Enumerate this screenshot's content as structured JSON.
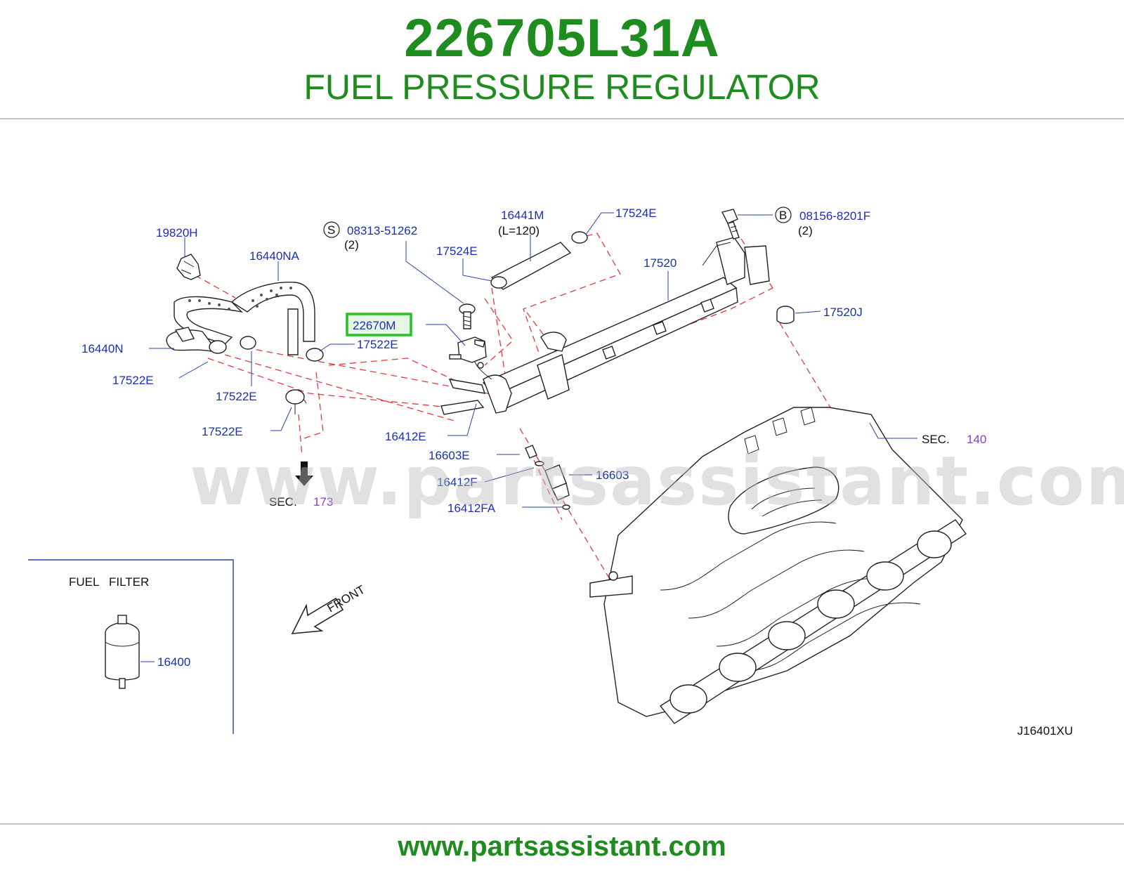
{
  "header": {
    "part_number": "226705L31A",
    "part_name": "FUEL PRESSURE REGULATOR"
  },
  "footer": {
    "url": "www.partsassistant.com"
  },
  "watermark": "www.partsassistant.com",
  "diagram": {
    "drawing_code": "J16401XU",
    "highlighted_part": "22670M",
    "front_label": "FRONT",
    "inset_title": "FUEL   FILTER",
    "labels": {
      "l19820H": "19820H",
      "l16440NA": "16440NA",
      "l16440N": "16440N",
      "l17522E_a": "17522E",
      "l17522E_b": "17522E",
      "l17522E_c": "17522E",
      "l17522E_d": "17522E",
      "s_circle": "S",
      "l08313": "08313-51262",
      "l08313_qty": "(2)",
      "l16441M": "16441M",
      "l16441M_len": "(L=120)",
      "l17524E_a": "17524E",
      "l17524E_b": "17524E",
      "b_circle": "B",
      "l08156": "08156-8201F",
      "l08156_qty": "(2)",
      "l17520": "17520",
      "l17520J": "17520J",
      "l16412E": "16412E",
      "l16603E": "16603E",
      "l16603": "16603",
      "l16412F": "16412F",
      "l16412FA": "16412FA",
      "sec_173_prefix": "SEC.",
      "sec_173_num": "173",
      "sec_140_prefix": "SEC.",
      "sec_140_num": "140",
      "l16400": "16400"
    }
  },
  "colors": {
    "brand_green": "#1f8c1f",
    "label_blue": "#1a2fb5",
    "section_purple": "#8a3ccf",
    "dash_red": "#e43b3b",
    "highlight_green": "#22c322"
  }
}
